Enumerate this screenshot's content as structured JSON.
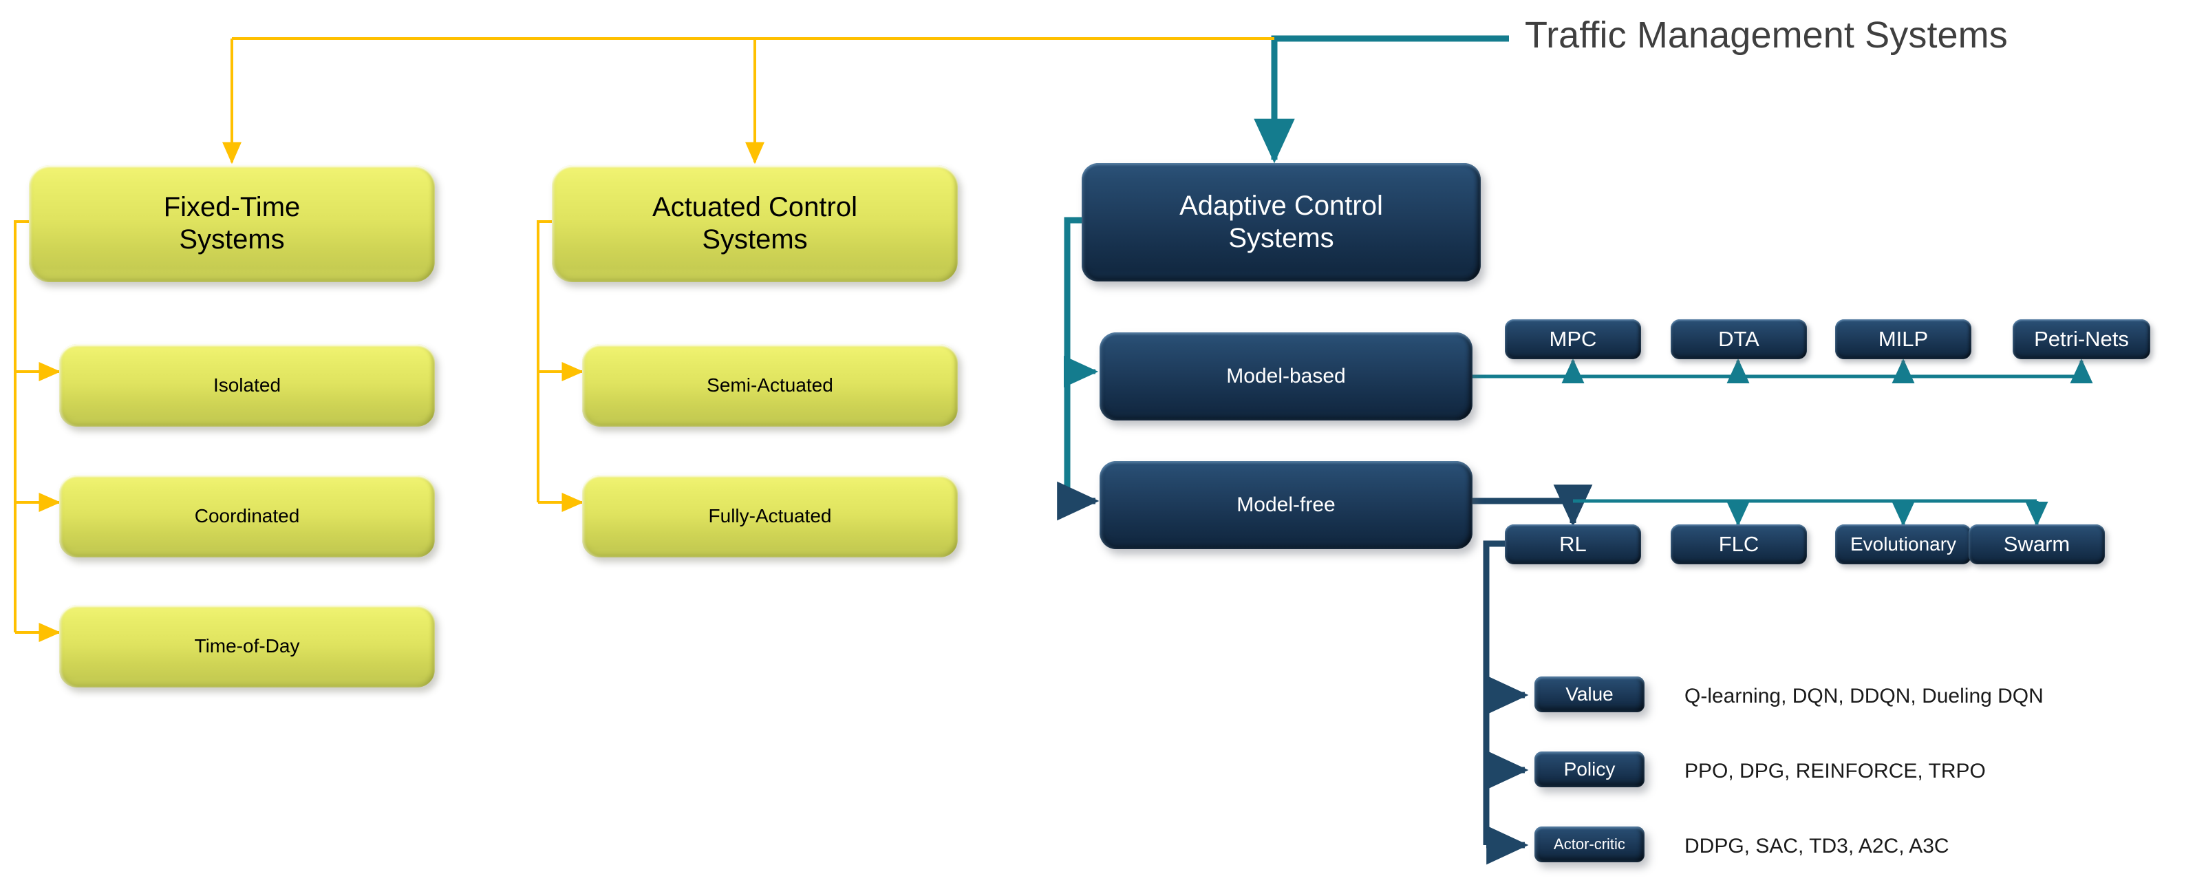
{
  "title": "Traffic Management Systems",
  "palette": {
    "yellow_connector": "#FFC000",
    "teal_connector": "#147C8E",
    "navy_connector": "#1F4666",
    "yellow_node": "#DFE35F",
    "navy_node": "#1E3C5C",
    "title_text": "#3F3F3F"
  },
  "chart_data": {
    "type": "tree",
    "title": "Traffic Management Systems",
    "root": "Traffic Management Systems",
    "branches": [
      {
        "name": "Fixed-Time Systems",
        "children": [
          "Isolated",
          "Coordinated",
          "Time-of-Day"
        ]
      },
      {
        "name": "Actuated Control Systems",
        "children": [
          "Semi-Actuated",
          "Fully-Actuated"
        ]
      },
      {
        "name": "Adaptive Control Systems",
        "children": [
          {
            "name": "Model-based",
            "children": [
              "MPC",
              "DTA",
              "MILP",
              "Petri-Nets"
            ]
          },
          {
            "name": "Model-free",
            "children": [
              "RL",
              "FLC",
              "Evolutionary",
              "Swarm"
            ],
            "rl_children": [
              {
                "name": "Value",
                "algorithms": "Q-learning, DQN, DDQN, Dueling DQN"
              },
              {
                "name": "Policy",
                "algorithms": "PPO, DPG, REINFORCE, TRPO"
              },
              {
                "name": "Actor-critic",
                "algorithms": "DDPG, SAC, TD3, A2C, A3C"
              }
            ]
          }
        ]
      }
    ]
  },
  "nodes": {
    "fixed_time": "Fixed-Time\nSystems",
    "isolated": "Isolated",
    "coordinated": "Coordinated",
    "time_of_day": "Time-of-Day",
    "actuated": "Actuated Control\nSystems",
    "semi_actuated": "Semi-Actuated",
    "fully_actuated": "Fully-Actuated",
    "adaptive": "Adaptive Control\nSystems",
    "model_based": "Model-based",
    "model_free": "Model-free",
    "mpc": "MPC",
    "dta": "DTA",
    "milp": "MILP",
    "petri_nets": "Petri-Nets",
    "rl": "RL",
    "flc": "FLC",
    "evolutionary": "Evolutionary",
    "swarm": "Swarm",
    "value": "Value",
    "policy": "Policy",
    "actor_critic": "Actor-critic"
  },
  "algorithms": {
    "value": "Q-learning, DQN, DDQN, Dueling DQN",
    "policy": "PPO, DPG, REINFORCE, TRPO",
    "actor_critic": "DDPG, SAC, TD3, A2C, A3C"
  }
}
